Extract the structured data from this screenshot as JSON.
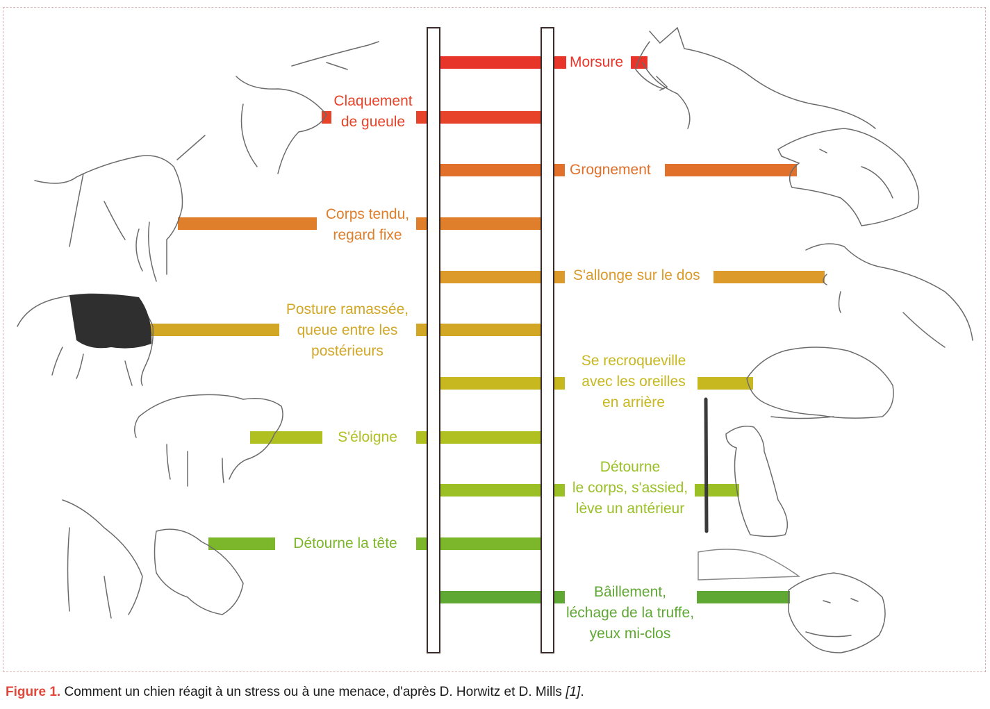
{
  "colors": {
    "morsure": "#e8352a",
    "claquement": "#e6432a",
    "grognement": "#e0702a",
    "corps_tendu": "#df7e2b",
    "allonge": "#dc9a2b",
    "posture": "#d2a726",
    "recroqueville": "#c8b820",
    "eloigne": "#b0c021",
    "detourne_corps": "#9ac025",
    "detourne_tete": "#7cb62a",
    "baillement": "#5fa833"
  },
  "labels": {
    "morsure": "Morsure",
    "claquement_1": "Claquement",
    "claquement_2": "de gueule",
    "grognement": "Grognement",
    "corps_tendu_1": "Corps tendu,",
    "corps_tendu_2": "regard fixe",
    "allonge": "S'allonge sur le dos",
    "posture_1": "Posture ramassée,",
    "posture_2": "queue entre les",
    "posture_3": "postérieurs",
    "recroqueville_1": "Se recroqueville",
    "recroqueville_2": "avec les oreilles",
    "recroqueville_3": "en arrière",
    "eloigne": "S'éloigne",
    "detourne_corps_1": "Détourne",
    "detourne_corps_2": "le corps, s'assied,",
    "detourne_corps_3": "lève un antérieur",
    "detourne_tete": "Détourne la tête",
    "baillement_1": "Bâillement,",
    "baillement_2": "léchage de la truffe,",
    "baillement_3": "yeux mi-clos"
  },
  "caption": {
    "figure_label": "Figure 1.",
    "text": " Comment un chien réagit à un stress ou à une menace, d'après D. Horwitz et D. Mills ",
    "ref": "[1]",
    "end": "."
  }
}
